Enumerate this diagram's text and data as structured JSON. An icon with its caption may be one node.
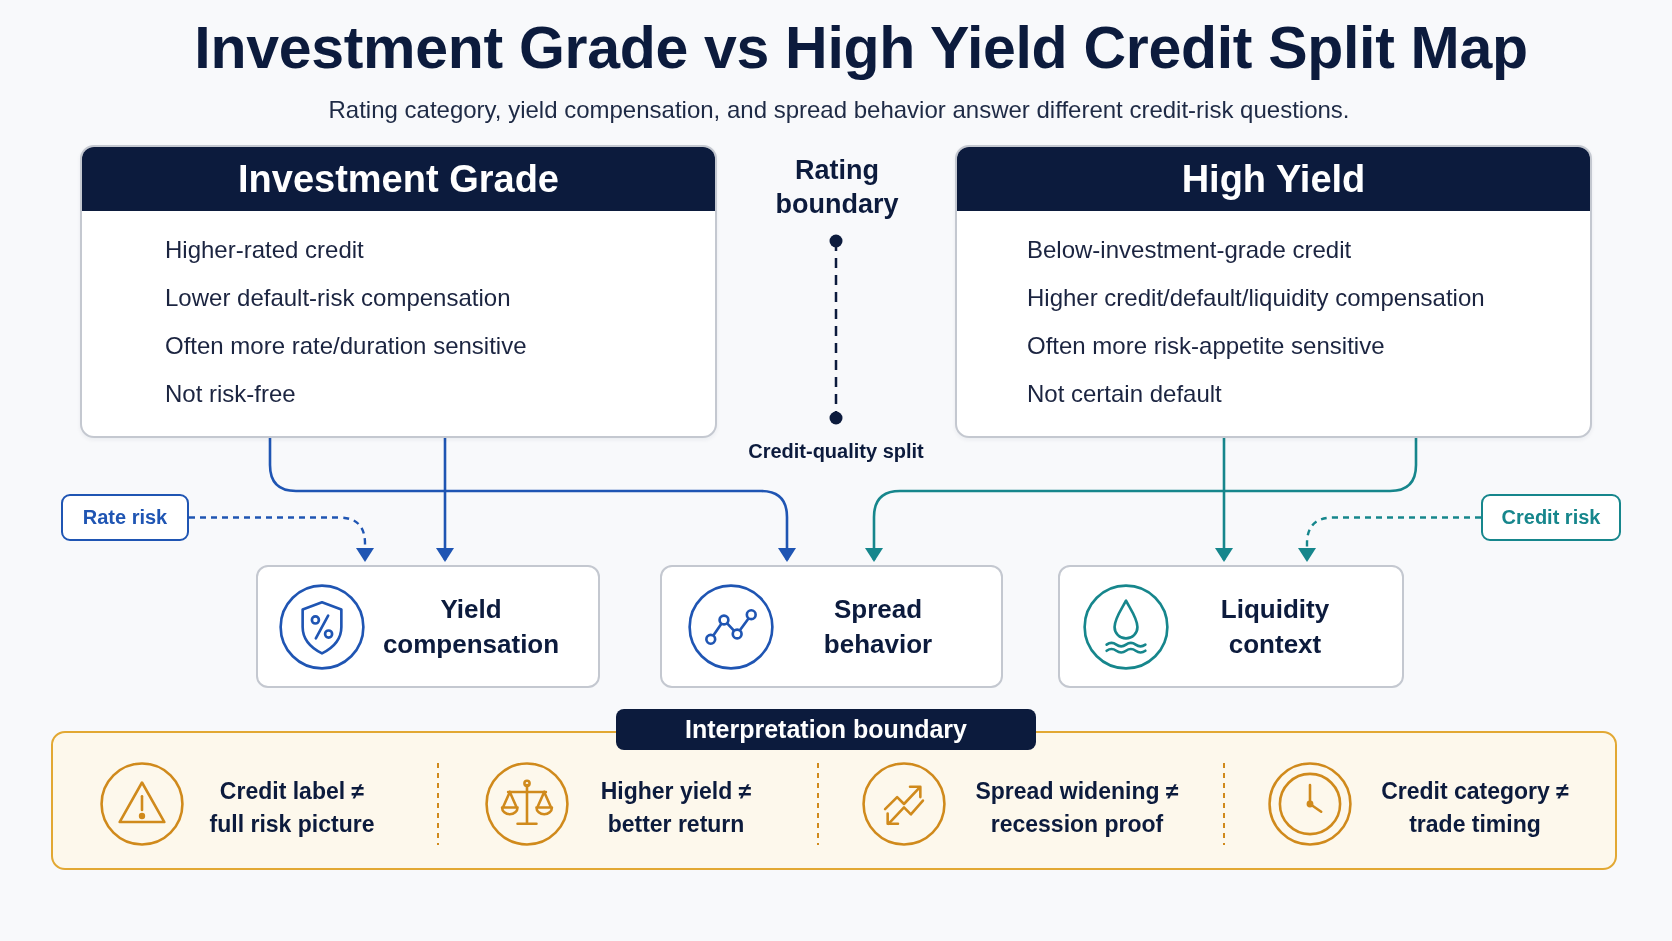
{
  "diagram": {
    "title": "Investment Grade vs High Yield Credit Split Map",
    "nodes": [
      {
        "text": [
          "Investment Grade",
          "Higher-rated credit",
          "Lower default-risk compensation",
          "Often more rate/duration sensitive",
          "Not risk-free"
        ]
      },
      {
        "text": [
          "High Yield",
          "Below-investment-grade credit",
          "Higher credit/default/liquidity compensation",
          "Often more risk-appetite sensitive",
          "Not certain default"
        ]
      },
      {
        "text": [
          "Rate risk"
        ]
      },
      {
        "text": [
          "Credit risk"
        ]
      },
      {
        "text": [
          "Yield compensation"
        ]
      },
      {
        "text": [
          "Spread behavior"
        ]
      },
      {
        "text": [
          "Liquidity context"
        ]
      },
      {
        "text": [
          "Interpretation boundary",
          "Credit label ≠ full risk picture",
          "Higher yield ≠ better return",
          "Spread widening ≠ recession proof",
          "Credit category ≠ trade timing"
        ]
      }
    ],
    "edges": [
      {
        "from": 0,
        "to": 4,
        "arrow": "to"
      },
      {
        "from": 0,
        "to": 5,
        "arrow": "to"
      },
      {
        "from": 2,
        "to": 4,
        "arrow": "to",
        "style": "dashed"
      },
      {
        "from": 1,
        "to": 5,
        "arrow": "to",
        "color": "#16868c"
      },
      {
        "from": 1,
        "to": 6,
        "arrow": "to",
        "color": "#16868c"
      },
      {
        "from": 3,
        "to": 6,
        "arrow": "to",
        "style": "dashed",
        "color": "#16868c"
      }
    ],
    "labels": [
      "Rating category, yield compensation, and spread behavior answer different credit-risk questions.",
      "Rating boundary",
      "Credit-quality split"
    ]
  }
}
